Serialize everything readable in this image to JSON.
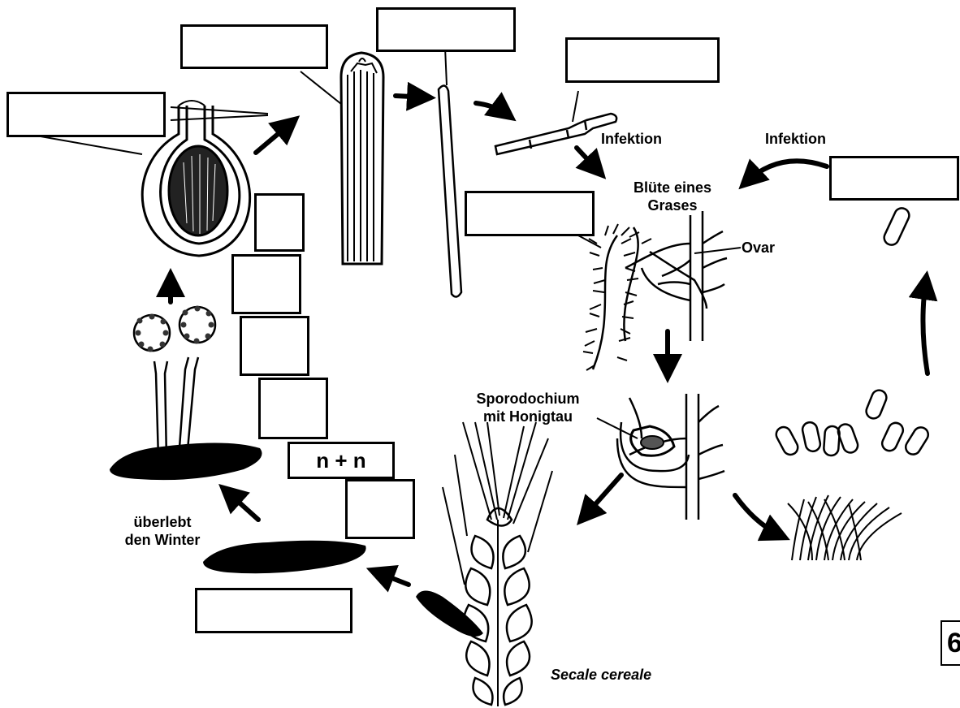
{
  "labels": {
    "infektion_left": "Infektion",
    "infektion_right": "Infektion",
    "bluete": "Blüte eines\nGrases",
    "ovar": "Ovar",
    "sporodochium": "Sporodochium\nmit Honigtau",
    "ueberlebt": "überlebt\nden Winter",
    "secale": "Secale cereale",
    "nn": "n + n",
    "corner": "6"
  },
  "colors": {
    "ink": "#000000",
    "paper": "#ffffff"
  }
}
